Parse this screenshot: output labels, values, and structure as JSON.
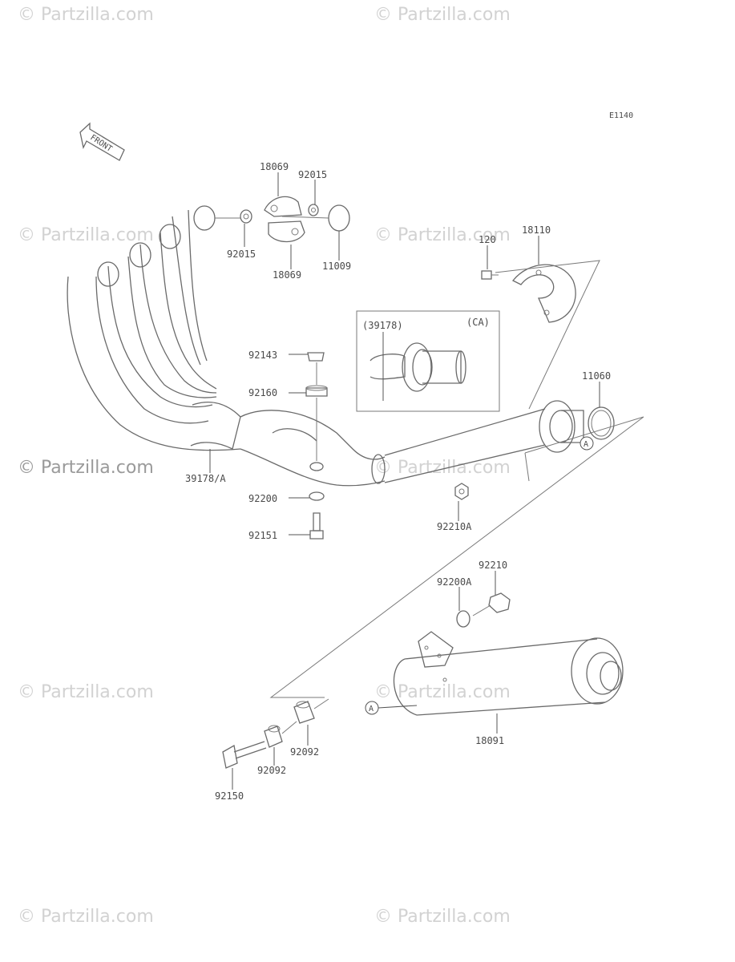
{
  "diagram_code": "E1140",
  "front_label": "FRONT",
  "inset": {
    "ref": "(39178)",
    "tag": "(CA)"
  },
  "callout_ref": "A",
  "watermark": "© Partzilla.com",
  "labels": {
    "p18069_top": "18069",
    "p92015_top": "92015",
    "p92015_left": "92015",
    "p18069_bottom": "18069",
    "p11009": "11009",
    "p120": "120",
    "p18110": "18110",
    "p92143": "92143",
    "p92160": "92160",
    "p11060": "11060",
    "p39178a": "39178/A",
    "p92200": "92200",
    "p92151": "92151",
    "p92210a": "92210A",
    "p92210": "92210",
    "p92200a": "92200A",
    "p18091": "18091",
    "p92092_a": "92092",
    "p92092_b": "92092",
    "p92150": "92150"
  }
}
